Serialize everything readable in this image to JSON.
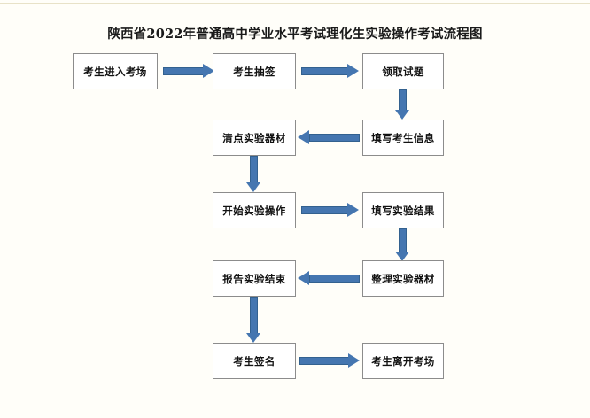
{
  "page": {
    "title": "陕西省2022年普通高中学业水平考试理化生实验操作考试流程图",
    "background_color": "#fffef9",
    "top_rule_color": "#e8e2c8"
  },
  "diagram": {
    "type": "flowchart",
    "box_border_color": "#8c8c8c",
    "box_fill_color": "#ffffff",
    "arrow_color": "#4576b0",
    "arrow_outline_color": "#33618f",
    "nodes": [
      {
        "id": "n1",
        "label": "考生进入考场",
        "row": 1,
        "col": 1
      },
      {
        "id": "n2",
        "label": "考生抽签",
        "row": 1,
        "col": 2
      },
      {
        "id": "n3",
        "label": "领取试题",
        "row": 1,
        "col": 3
      },
      {
        "id": "n4",
        "label": "填写考生信息",
        "row": 2,
        "col": 3
      },
      {
        "id": "n5",
        "label": "清点实验器材",
        "row": 2,
        "col": 2
      },
      {
        "id": "n6",
        "label": "开始实验操作",
        "row": 3,
        "col": 2
      },
      {
        "id": "n7",
        "label": "填写实验结果",
        "row": 3,
        "col": 3
      },
      {
        "id": "n8",
        "label": "整理实验器材",
        "row": 4,
        "col": 3
      },
      {
        "id": "n9",
        "label": "报告实验结束",
        "row": 4,
        "col": 2
      },
      {
        "id": "n10",
        "label": "考生签名",
        "row": 5,
        "col": 2
      },
      {
        "id": "n11",
        "label": "考生离开考场",
        "row": 5,
        "col": 3
      }
    ],
    "edges": [
      {
        "from": "n1",
        "to": "n2",
        "direction": "right"
      },
      {
        "from": "n2",
        "to": "n3",
        "direction": "right"
      },
      {
        "from": "n3",
        "to": "n4",
        "direction": "down"
      },
      {
        "from": "n4",
        "to": "n5",
        "direction": "left"
      },
      {
        "from": "n5",
        "to": "n6",
        "direction": "down"
      },
      {
        "from": "n6",
        "to": "n7",
        "direction": "right"
      },
      {
        "from": "n7",
        "to": "n8",
        "direction": "down"
      },
      {
        "from": "n8",
        "to": "n9",
        "direction": "left"
      },
      {
        "from": "n9",
        "to": "n10",
        "direction": "down"
      },
      {
        "from": "n10",
        "to": "n11",
        "direction": "right"
      }
    ]
  }
}
